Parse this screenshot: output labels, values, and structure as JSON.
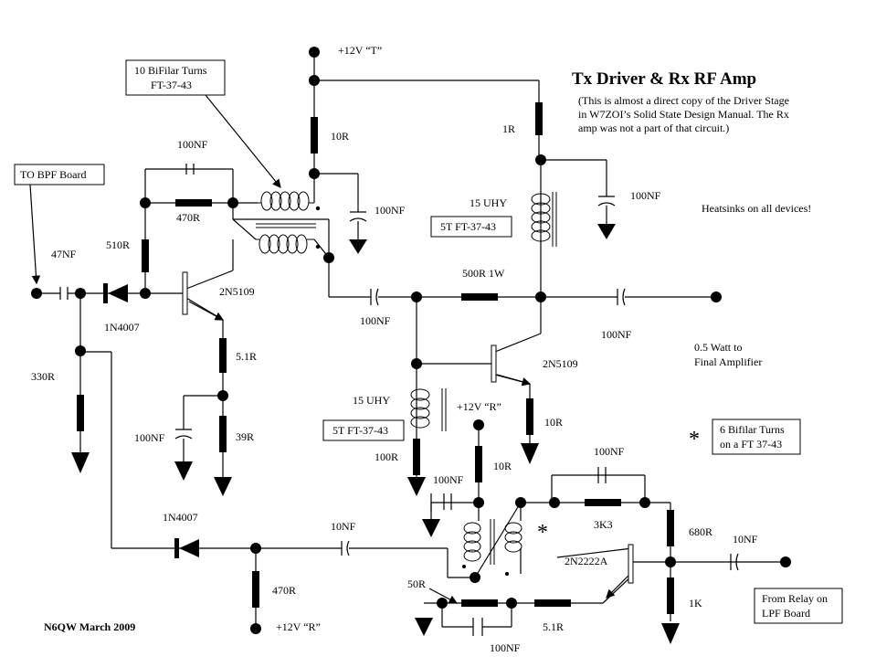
{
  "title": "Tx Driver & Rx RF Amp",
  "note": [
    "(This is almost a direct copy of the Driver Stage",
    "in W7ZOI’s Solid State Design Manual. The Rx",
    "amp was not a part of that circuit.)"
  ],
  "heatsinks": "Heatsinks on all devices!",
  "author": "N6QW March 2009",
  "star": "*",
  "boxes": {
    "bifilar_top": [
      "10 BiFilar Turns",
      "FT-37-43"
    ],
    "bpf": [
      "TO BPF Board"
    ],
    "ind_top": [
      "5T FT-37-43"
    ],
    "ind_mid": [
      "5T FT-37-43"
    ],
    "bifilar_note": [
      "6 Bifilar Turns",
      "on a FT 37-43"
    ],
    "relay": [
      "From Relay on",
      "LPF Board"
    ]
  },
  "labels": {
    "v12t": "+12V “T”",
    "r10_top": "10R",
    "c100_top": "100NF",
    "r1": "1R",
    "c100_tr": "100NF",
    "c100_fb": "100NF",
    "r470_fb": "470R",
    "r510": "510R",
    "c47": "47NF",
    "d1": "1N4007",
    "q1": "2N5109",
    "r51": "5.1R",
    "c100_e1": "100NF",
    "r39": "39R",
    "r330": "330R",
    "l15_top": "15 UHY",
    "r500": "500R 1W",
    "c100_cpl": "100NF",
    "c100_out": "100NF",
    "out_text": [
      "0.5 Watt to",
      "Final Amplifier"
    ],
    "q2": "2N5109",
    "l15_mid": "15 UHY",
    "v12r_mid": "+12V “R”",
    "r10_q2": "10R",
    "r100": "100R",
    "r10_rx": "10R",
    "c100_rx": "100NF",
    "c100_rxfb": "100NF",
    "r3k3": "3K3",
    "r680": "680R",
    "c10_relay": "10NF",
    "q3": "2N2222A",
    "r1k": "1K",
    "d2": "1N4007",
    "c10_rx": "10NF",
    "r470_b": "470R",
    "v12r_b": "+12V “R”",
    "r50": "50R",
    "r51_b": "5.1R",
    "c100_bot": "100NF"
  }
}
